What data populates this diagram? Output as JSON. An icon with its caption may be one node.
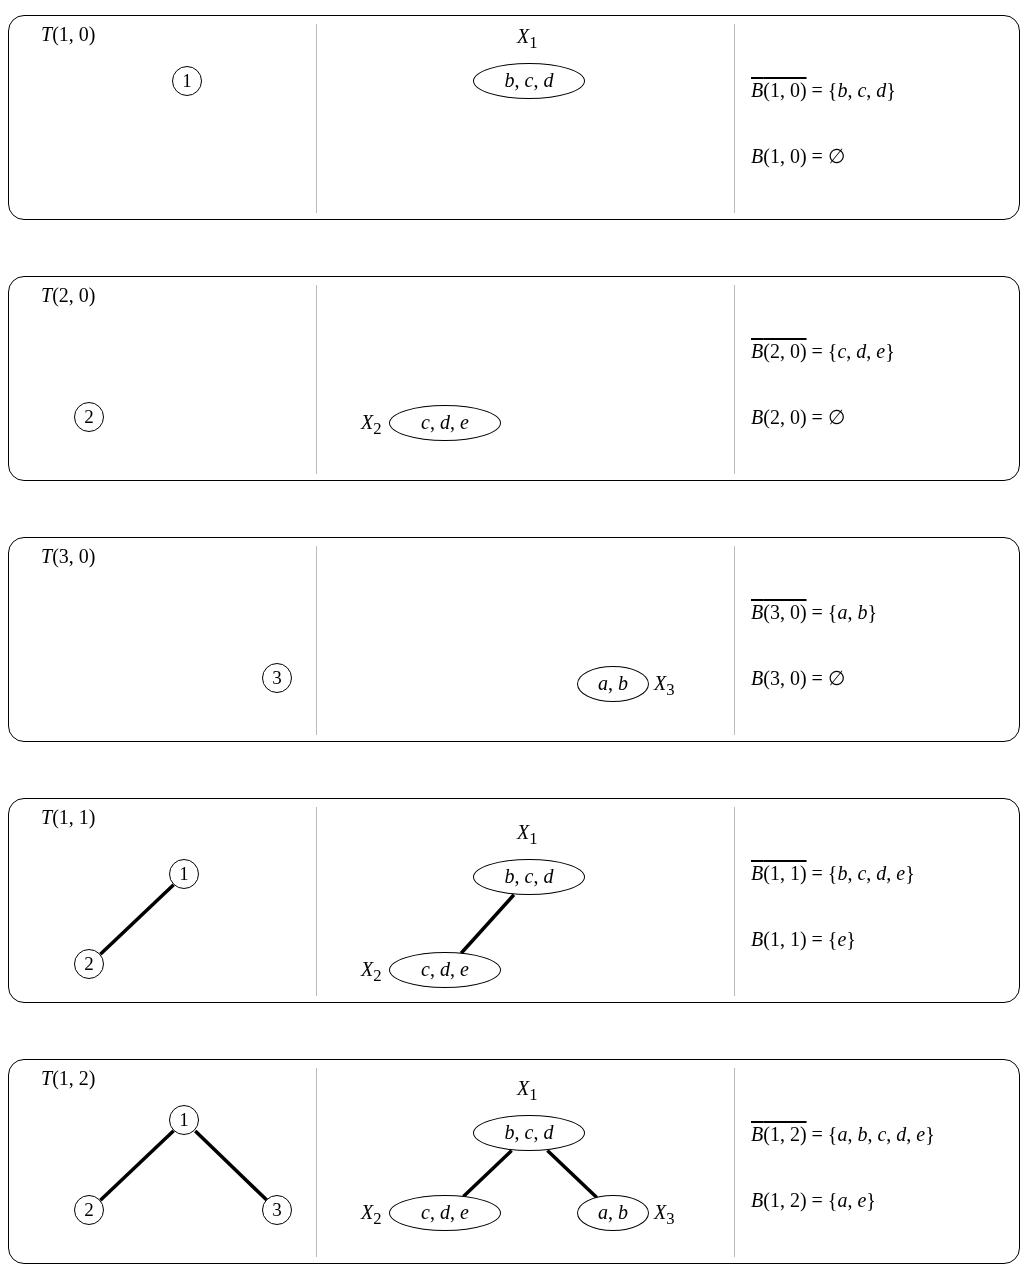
{
  "diagram": {
    "nodes": [
      {
        "text": [
          "*T*(1, 0)"
        ]
      },
      {
        "text": [
          "1"
        ],
        "in": 0
      },
      {
        "text": [
          "*b*, *c*, *d*"
        ],
        "in": 0,
        "beside": [
          "*X*$_{1}$"
        ]
      },
      {
        "text": [
          "*T*(2, 0)"
        ]
      },
      {
        "text": [
          "2"
        ],
        "in": 3
      },
      {
        "text": [
          "*c*, *d*, *e*"
        ],
        "in": 3,
        "beside": [
          "*X*$_{2}$"
        ]
      },
      {
        "text": [
          "*T*(3, 0)"
        ]
      },
      {
        "text": [
          "3"
        ],
        "in": 6
      },
      {
        "text": [
          "*a*, *b*"
        ],
        "in": 6,
        "beside": [
          "*X*$_{3}$"
        ]
      },
      {
        "text": [
          "*T*(1, 1)"
        ]
      },
      {
        "text": [
          "1"
        ],
        "in": 9
      },
      {
        "text": [
          "2"
        ],
        "in": 9
      },
      {
        "text": [
          "*b*, *c*, *d*"
        ],
        "in": 9,
        "beside": [
          "*X*$_{1}$"
        ]
      },
      {
        "text": [
          "*c*, *d*, *e*"
        ],
        "in": 9,
        "beside": [
          "*X*$_{2}$"
        ]
      },
      {
        "text": [
          "*T*(1, 2)"
        ]
      },
      {
        "text": [
          "1"
        ],
        "in": 14
      },
      {
        "text": [
          "2"
        ],
        "in": 14
      },
      {
        "text": [
          "3"
        ],
        "in": 14
      },
      {
        "text": [
          "*b*, *c*, *d*"
        ],
        "in": 14,
        "beside": [
          "*X*$_{1}$"
        ]
      },
      {
        "text": [
          "*c*, *d*, *e*"
        ],
        "in": 14,
        "beside": [
          "*X*$_{2}$"
        ]
      },
      {
        "text": [
          "*a*, *b*"
        ],
        "in": 14,
        "beside": [
          "*X*$_{3}$"
        ]
      }
    ],
    "edges": [
      {
        "from": 10,
        "to": 11,
        "arrow": "none"
      },
      {
        "from": 12,
        "to": 13,
        "arrow": "none"
      },
      {
        "from": 15,
        "to": 16,
        "arrow": "none"
      },
      {
        "from": 15,
        "to": 17,
        "arrow": "none"
      },
      {
        "from": 18,
        "to": 19,
        "arrow": "none"
      },
      {
        "from": 18,
        "to": 20,
        "arrow": "none"
      }
    ],
    "labels": [
      "*B*(1, 0) = {*b*, *c*, *d*}",
      "*B*(1, 0) = ∅",
      "*B*(2, 0) = {*c*, *d*, *e*}",
      "*B*(2, 0) = ∅",
      "*B*(3, 0) = {*a*, *b*}",
      "*B*(3, 0) = ∅",
      "*B*(1, 1) = {*b*, *c*, *d*, *e*}",
      "*B*(1, 1) = {*e*}",
      "*B*(1, 2) = {*a*, *b*, *c*, *d*, *e*}",
      "*B*(1, 2) = {*a*, *e*}"
    ]
  }
}
